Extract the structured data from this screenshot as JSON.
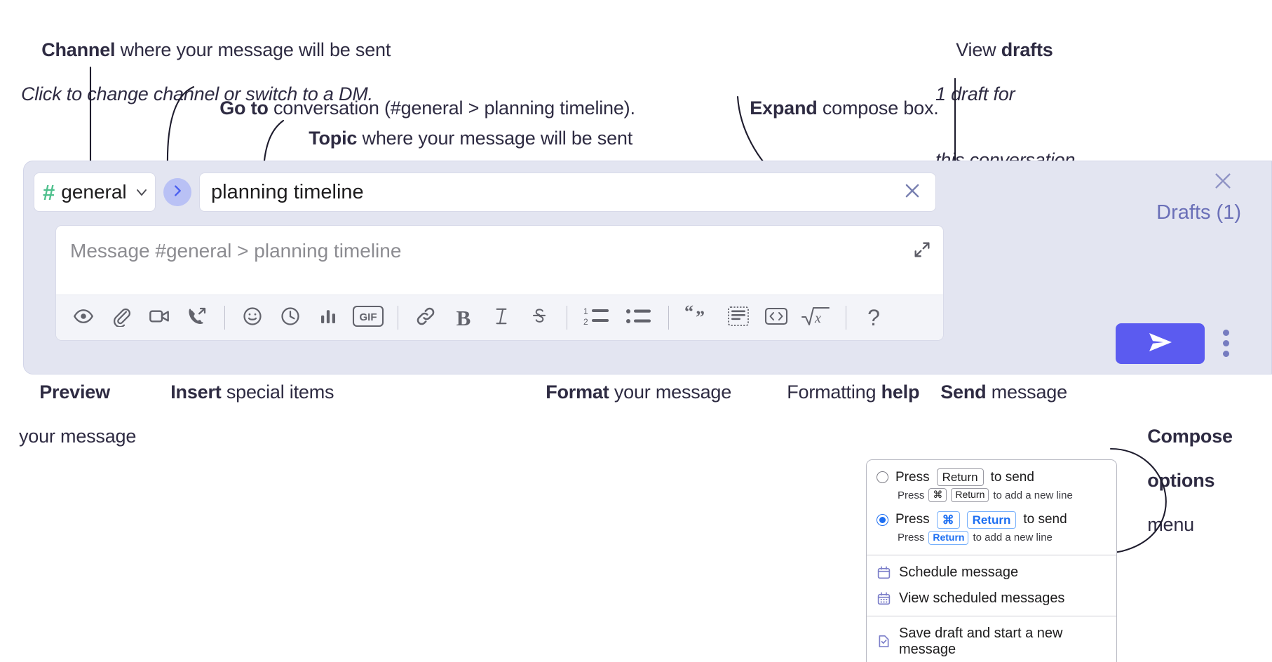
{
  "annotations": {
    "channel": {
      "bold": "Channel",
      "rest": " where your message will be sent",
      "sub": "Click to change channel or switch to a DM."
    },
    "goto": {
      "bold": "Go to",
      "rest": " conversation (#general > planning timeline)."
    },
    "topic": {
      "bold": "Topic",
      "rest": " where your message will be sent"
    },
    "expand": {
      "bold": "Expand",
      "rest": " compose box."
    },
    "drafts": {
      "pre": "View ",
      "bold": "drafts",
      "sub1": "1 draft for",
      "sub2": "this conversation"
    },
    "preview": {
      "bold": "Preview",
      "sub": "your message"
    },
    "insert": {
      "bold": "Insert",
      "rest": " special items"
    },
    "format": {
      "bold": "Format",
      "rest": " your message"
    },
    "help": {
      "pre": "Formatting ",
      "bold": "help"
    },
    "send": {
      "bold": "Send",
      "rest": " message"
    },
    "compose_options": {
      "bold1": "Compose",
      "bold2": "options",
      "rest": "menu"
    }
  },
  "compose": {
    "channel": {
      "hash": "#",
      "name": "general",
      "chevron_icon": "chevron-down-icon"
    },
    "goto_icon": "chevron-right-icon",
    "topic": {
      "value": "planning timeline",
      "clear_icon": "close-icon"
    },
    "message": {
      "placeholder": "Message #general > planning timeline",
      "value": ""
    },
    "expand_icon": "expand-diagonal-icon",
    "panel_close_icon": "close-icon",
    "drafts_label": "Drafts (1)",
    "send_icon": "send-paper-plane-icon",
    "kebab_icon": "more-vertical-icon",
    "toolbar": [
      {
        "name": "preview-button",
        "icon": "eye-icon"
      },
      {
        "name": "attach-file-button",
        "icon": "paperclip-icon"
      },
      {
        "name": "record-video-button",
        "icon": "video-camera-icon"
      },
      {
        "name": "record-audio-button",
        "icon": "phone-arrow-icon"
      },
      {
        "name": "separator-1",
        "icon": "separator"
      },
      {
        "name": "emoji-button",
        "icon": "smiley-icon"
      },
      {
        "name": "reminder-button",
        "icon": "clock-icon"
      },
      {
        "name": "poll-button",
        "icon": "bar-chart-icon"
      },
      {
        "name": "gif-button",
        "icon": "gif-icon"
      },
      {
        "name": "separator-2",
        "icon": "separator"
      },
      {
        "name": "link-button",
        "icon": "link-icon"
      },
      {
        "name": "bold-button",
        "icon": "bold-icon",
        "glyph": "B"
      },
      {
        "name": "italic-button",
        "icon": "italic-icon",
        "glyph": "I"
      },
      {
        "name": "strikethrough-button",
        "icon": "strikethrough-icon",
        "glyph": "S"
      },
      {
        "name": "separator-3",
        "icon": "separator"
      },
      {
        "name": "ordered-list-button",
        "icon": "numbered-list-icon"
      },
      {
        "name": "bulleted-list-button",
        "icon": "bullet-list-icon"
      },
      {
        "name": "separator-4",
        "icon": "separator"
      },
      {
        "name": "blockquote-button",
        "icon": "quote-icon"
      },
      {
        "name": "code-block-button",
        "icon": "code-block-icon"
      },
      {
        "name": "inline-code-button",
        "icon": "code-brackets-icon"
      },
      {
        "name": "latex-button",
        "icon": "square-root-x-icon"
      },
      {
        "name": "separator-5",
        "icon": "separator"
      },
      {
        "name": "formatting-help-button",
        "icon": "question-mark-icon",
        "glyph": "?"
      }
    ]
  },
  "popup": {
    "option1": {
      "selected": false,
      "line": {
        "press": "Press",
        "key": "Return",
        "tail": "to send"
      },
      "hint": {
        "press": "Press",
        "key1": "⌘",
        "key2": "Return",
        "tail": "to add a new line"
      }
    },
    "option2": {
      "selected": true,
      "line": {
        "press": "Press",
        "key1": "⌘",
        "key2": "Return",
        "tail": "to send"
      },
      "hint": {
        "press": "Press",
        "key": "Return",
        "tail": "to add a new line"
      }
    },
    "menu": [
      {
        "label": "Schedule message",
        "icon": "calendar-icon"
      },
      {
        "label": "View scheduled messages",
        "icon": "calendar-grid-icon"
      },
      {
        "label": "Save draft and start a new message",
        "icon": "document-check-icon"
      }
    ]
  },
  "colors": {
    "panel_bg": "#e3e5f1",
    "accent": "#5b5bf0",
    "channel_hash": "#4fc08d",
    "drafts_text": "#6b70b8",
    "anno_text": "#2e2b42",
    "key_blue": "#1d6ff2"
  }
}
